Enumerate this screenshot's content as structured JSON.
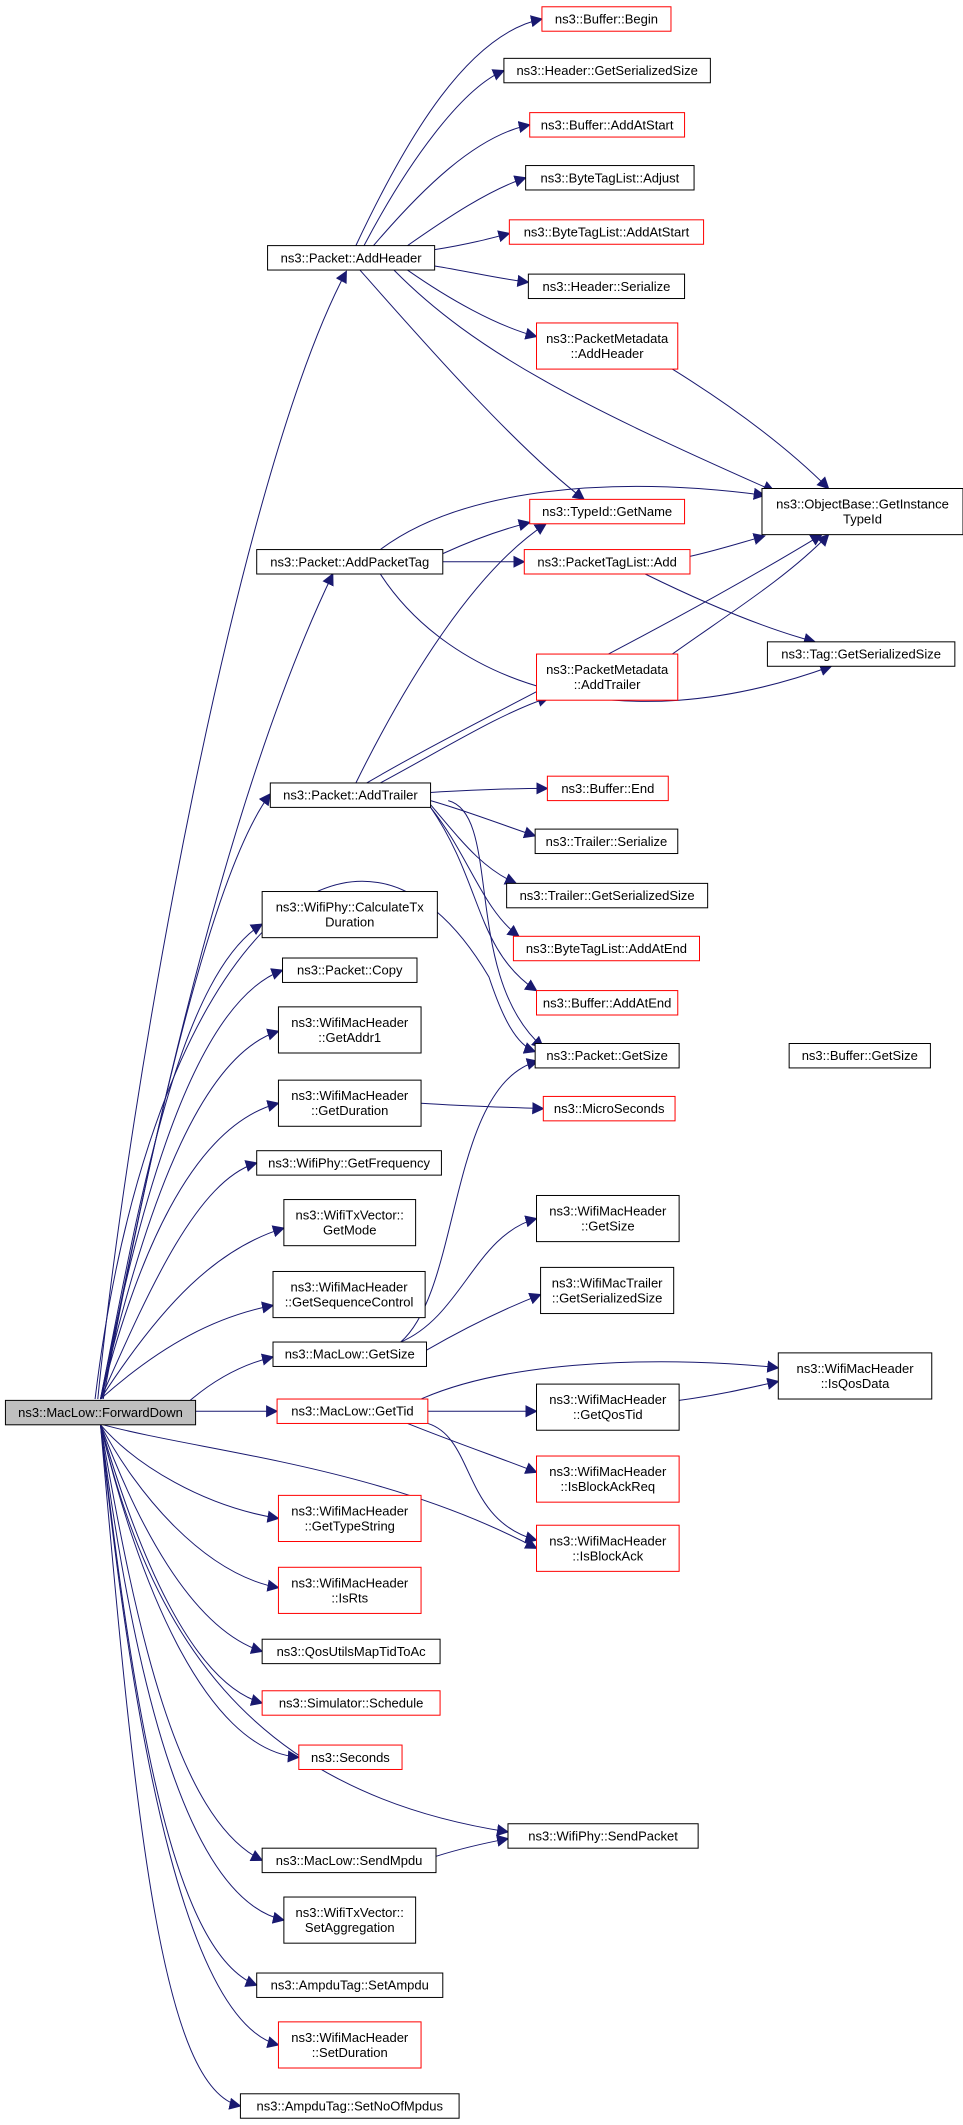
{
  "graph": {
    "edge_color": "#191970",
    "node_border_default": "#000000",
    "node_border_undocumented": "#ff0000",
    "root_fill": "#bfbfbf",
    "nodes": [
      {
        "id": "root",
        "lines": [
          "ns3::MacLow::ForwardDown"
        ],
        "style": "root"
      },
      {
        "id": "addheader",
        "lines": [
          "ns3::Packet::AddHeader"
        ],
        "style": "black"
      },
      {
        "id": "buf_begin",
        "lines": [
          "ns3::Buffer::Begin"
        ],
        "style": "red"
      },
      {
        "id": "hdr_getser",
        "lines": [
          "ns3::Header::GetSerializedSize"
        ],
        "style": "black"
      },
      {
        "id": "buf_addstart",
        "lines": [
          "ns3::Buffer::AddAtStart"
        ],
        "style": "red"
      },
      {
        "id": "btl_adjust",
        "lines": [
          "ns3::ByteTagList::Adjust"
        ],
        "style": "black"
      },
      {
        "id": "btl_addstart",
        "lines": [
          "ns3::ByteTagList::AddAtStart"
        ],
        "style": "red"
      },
      {
        "id": "hdr_serialize",
        "lines": [
          "ns3::Header::Serialize"
        ],
        "style": "black"
      },
      {
        "id": "pm_addheader",
        "lines": [
          "ns3::PacketMetadata",
          "::AddHeader"
        ],
        "style": "red"
      },
      {
        "id": "objbase",
        "lines": [
          "ns3::ObjectBase::GetInstance",
          "TypeId"
        ],
        "style": "black"
      },
      {
        "id": "typeid_getname",
        "lines": [
          "ns3::TypeId::GetName"
        ],
        "style": "red"
      },
      {
        "id": "addpackettag",
        "lines": [
          "ns3::Packet::AddPacketTag"
        ],
        "style": "black"
      },
      {
        "id": "ptl_add",
        "lines": [
          "ns3::PacketTagList::Add"
        ],
        "style": "red"
      },
      {
        "id": "tag_getser",
        "lines": [
          "ns3::Tag::GetSerializedSize"
        ],
        "style": "black"
      },
      {
        "id": "pm_addtrailer",
        "lines": [
          "ns3::PacketMetadata",
          "::AddTrailer"
        ],
        "style": "red"
      },
      {
        "id": "addtrailer",
        "lines": [
          "ns3::Packet::AddTrailer"
        ],
        "style": "black"
      },
      {
        "id": "buf_end",
        "lines": [
          "ns3::Buffer::End"
        ],
        "style": "red"
      },
      {
        "id": "trl_serialize",
        "lines": [
          "ns3::Trailer::Serialize"
        ],
        "style": "black"
      },
      {
        "id": "trl_getser",
        "lines": [
          "ns3::Trailer::GetSerializedSize"
        ],
        "style": "black"
      },
      {
        "id": "btl_addend",
        "lines": [
          "ns3::ByteTagList::AddAtEnd"
        ],
        "style": "red"
      },
      {
        "id": "buf_addend",
        "lines": [
          "ns3::Buffer::AddAtEnd"
        ],
        "style": "red"
      },
      {
        "id": "calctx",
        "lines": [
          "ns3::WifiPhy::CalculateTx",
          "Duration"
        ],
        "style": "black"
      },
      {
        "id": "pkt_copy",
        "lines": [
          "ns3::Packet::Copy"
        ],
        "style": "black"
      },
      {
        "id": "getaddr1",
        "lines": [
          "ns3::WifiMacHeader",
          "::GetAddr1"
        ],
        "style": "black"
      },
      {
        "id": "pkt_getsize",
        "lines": [
          "ns3::Packet::GetSize"
        ],
        "style": "black"
      },
      {
        "id": "buf_getsize",
        "lines": [
          "ns3::Buffer::GetSize"
        ],
        "style": "black"
      },
      {
        "id": "getduration",
        "lines": [
          "ns3::WifiMacHeader",
          "::GetDuration"
        ],
        "style": "black"
      },
      {
        "id": "microseconds",
        "lines": [
          "ns3::MicroSeconds"
        ],
        "style": "red"
      },
      {
        "id": "getfreq",
        "lines": [
          "ns3::WifiPhy::GetFrequency"
        ],
        "style": "black"
      },
      {
        "id": "getmode",
        "lines": [
          "ns3::WifiTxVector::",
          "GetMode"
        ],
        "style": "black"
      },
      {
        "id": "wmh_getsize",
        "lines": [
          "ns3::WifiMacHeader",
          "::GetSize"
        ],
        "style": "black"
      },
      {
        "id": "getseqctl",
        "lines": [
          "ns3::WifiMacHeader",
          "::GetSequenceControl"
        ],
        "style": "black"
      },
      {
        "id": "wmt_getser",
        "lines": [
          "ns3::WifiMacTrailer",
          "::GetSerializedSize"
        ],
        "style": "black"
      },
      {
        "id": "maclow_getsize",
        "lines": [
          "ns3::MacLow::GetSize"
        ],
        "style": "black"
      },
      {
        "id": "isqosdata",
        "lines": [
          "ns3::WifiMacHeader",
          "::IsQosData"
        ],
        "style": "black"
      },
      {
        "id": "maclow_gettid",
        "lines": [
          "ns3::MacLow::GetTid"
        ],
        "style": "red"
      },
      {
        "id": "getqostid",
        "lines": [
          "ns3::WifiMacHeader",
          "::GetQosTid"
        ],
        "style": "black"
      },
      {
        "id": "isblockackreq",
        "lines": [
          "ns3::WifiMacHeader",
          "::IsBlockAckReq"
        ],
        "style": "red"
      },
      {
        "id": "gettypestring",
        "lines": [
          "ns3::WifiMacHeader",
          "::GetTypeString"
        ],
        "style": "red"
      },
      {
        "id": "isblockack",
        "lines": [
          "ns3::WifiMacHeader",
          "::IsBlockAck"
        ],
        "style": "red"
      },
      {
        "id": "isrts",
        "lines": [
          "ns3::WifiMacHeader",
          "::IsRts"
        ],
        "style": "red"
      },
      {
        "id": "qosmap",
        "lines": [
          "ns3::QosUtilsMapTidToAc"
        ],
        "style": "black"
      },
      {
        "id": "sim_schedule",
        "lines": [
          "ns3::Simulator::Schedule"
        ],
        "style": "red"
      },
      {
        "id": "seconds",
        "lines": [
          "ns3::Seconds"
        ],
        "style": "red"
      },
      {
        "id": "sendpacket",
        "lines": [
          "ns3::WifiPhy::SendPacket"
        ],
        "style": "black"
      },
      {
        "id": "sendmpdu",
        "lines": [
          "ns3::MacLow::SendMpdu"
        ],
        "style": "black"
      },
      {
        "id": "setaggregation",
        "lines": [
          "ns3::WifiTxVector::",
          "SetAggregation"
        ],
        "style": "black"
      },
      {
        "id": "setampdu",
        "lines": [
          "ns3::AmpduTag::SetAmpdu"
        ],
        "style": "black"
      },
      {
        "id": "setduration",
        "lines": [
          "ns3::WifiMacHeader",
          "::SetDuration"
        ],
        "style": "red"
      },
      {
        "id": "setnoofmpdus",
        "lines": [
          "ns3::AmpduTag::SetNoOfMpdus"
        ],
        "style": "black"
      }
    ]
  }
}
